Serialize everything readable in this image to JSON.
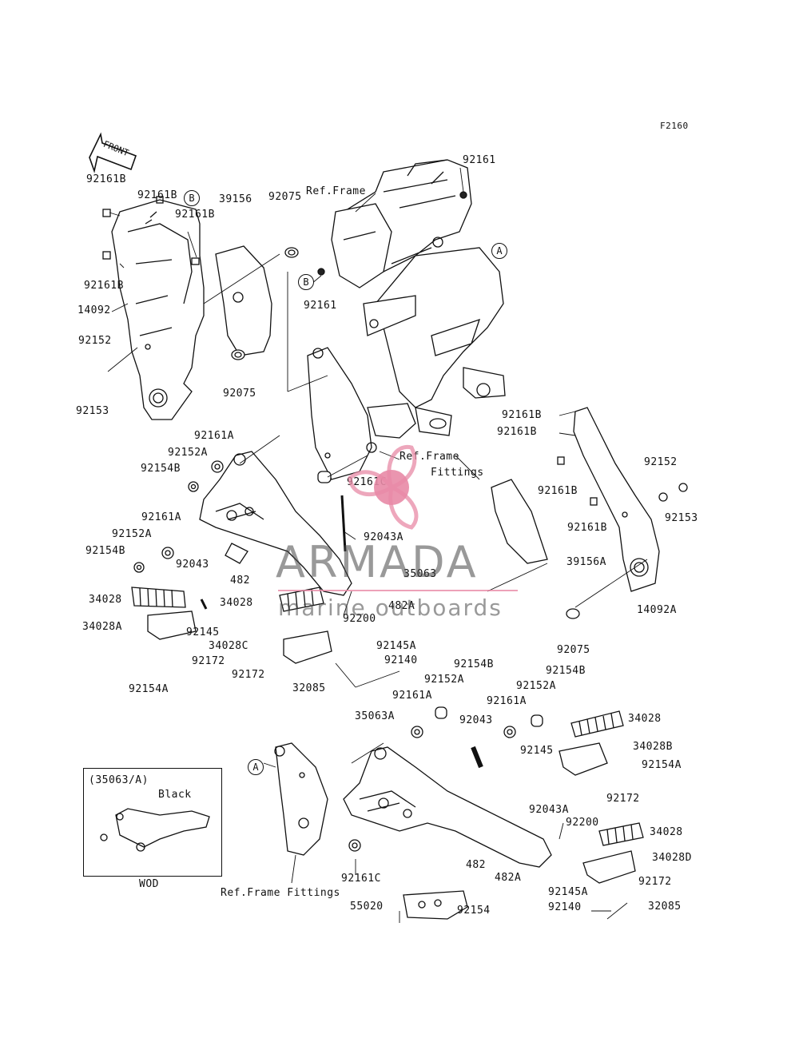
{
  "figure_code": "F2160",
  "front_label": "FRONT",
  "inset": {
    "part": "(35063/A)",
    "color": "Black",
    "caption": "WOD"
  },
  "refs": {
    "a": "A",
    "b": "B"
  },
  "watermark": {
    "brand": "ARMADA",
    "tagline": "marine outboards",
    "brand_color": "#e88aa6"
  },
  "labels": {
    "l1": "92161",
    "l2": "Ref.Frame",
    "l3": "92161B",
    "l4": "92161B",
    "l5": "92161B",
    "l6": "92161B",
    "l7": "39156",
    "l8": "92075",
    "l9": "92161",
    "l10": "14092",
    "l11": "92152",
    "l12": "92153",
    "l13": "92075",
    "l14": "92161A",
    "l15": "92152A",
    "l16": "92154B",
    "l17": "Ref.Frame",
    "l18": "Fittings",
    "l19": "92161C",
    "l20": "92161A",
    "l21": "92152A",
    "l22": "92154B",
    "l23": "92043",
    "l24": "482",
    "l25": "92043A",
    "l26": "35063",
    "l27": "34028",
    "l28": "34028",
    "l29": "482A",
    "l30": "34028A",
    "l31": "92145",
    "l32": "92200",
    "l33": "34028C",
    "l34": "92145A",
    "l35": "92172",
    "l36": "92140",
    "l37": "92172",
    "l38": "92154A",
    "l39": "32085",
    "l40": "92161B",
    "l41": "92161B",
    "l42": "92152",
    "l43": "92153",
    "l44": "92161B",
    "l45": "92161B",
    "l46": "39156A",
    "l47": "14092A",
    "l48": "92075",
    "l49": "92154B",
    "l50": "92154B",
    "l51": "92152A",
    "l52": "92152A",
    "l53": "92161A",
    "l54": "92161A",
    "l55": "35063A",
    "l56": "92043",
    "l57": "34028",
    "l58": "34028B",
    "l59": "92145",
    "l60": "92154A",
    "l61": "92172",
    "l62": "92043A",
    "l63": "92200",
    "l64": "34028",
    "l65": "34028D",
    "l66": "482",
    "l67": "482A",
    "l68": "92172",
    "l69": "92161C",
    "l70": "Ref.Frame Fittings",
    "l71": "92145A",
    "l72": "55020",
    "l73": "92154",
    "l74": "92140",
    "l75": "32085"
  }
}
